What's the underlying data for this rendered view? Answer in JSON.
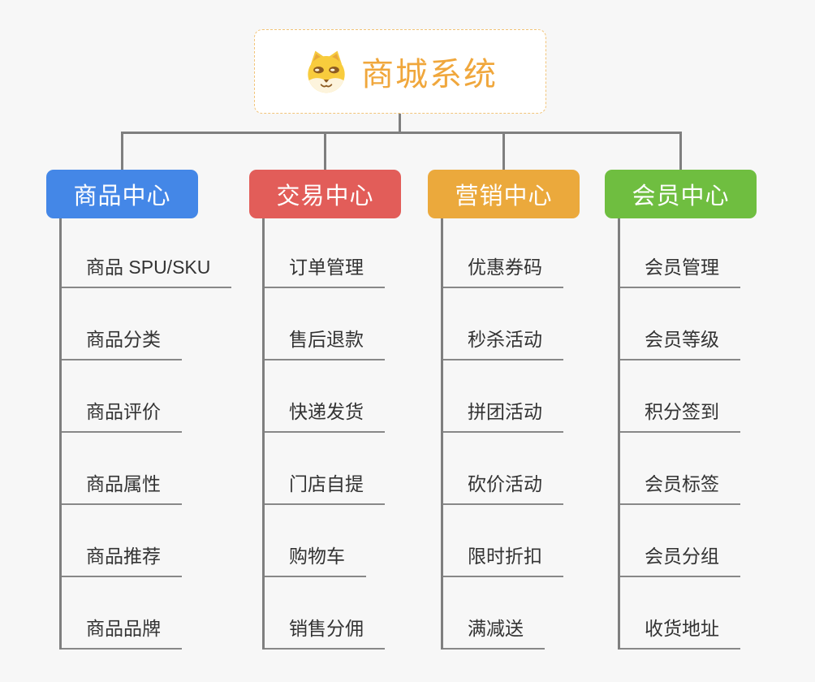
{
  "page": {
    "background": "#f7f7f7",
    "connector_color": "#7f7f7f",
    "underline_color": "#888888",
    "child_text_color": "#333333"
  },
  "root": {
    "icon": "doge-icon",
    "label": "商城系统",
    "text_color": "#F0A73C",
    "border_color": "#F2C479",
    "background": "#ffffff"
  },
  "branches": [
    {
      "label": "商品中心",
      "color": "#4487E7",
      "children": [
        "商品 SPU/SKU",
        "商品分类",
        "商品评价",
        "商品属性",
        "商品推荐",
        "商品品牌"
      ]
    },
    {
      "label": "交易中心",
      "color": "#E25D59",
      "children": [
        "订单管理",
        "售后退款",
        "快递发货",
        "门店自提",
        "购物车",
        "销售分佣"
      ]
    },
    {
      "label": "营销中心",
      "color": "#EBA93C",
      "children": [
        "优惠券码",
        "秒杀活动",
        "拼团活动",
        "砍价活动",
        "限时折扣",
        "满减送"
      ]
    },
    {
      "label": "会员中心",
      "color": "#6FBE40",
      "children": [
        "会员管理",
        "会员等级",
        "积分签到",
        "会员标签",
        "会员分组",
        "收货地址"
      ]
    }
  ]
}
